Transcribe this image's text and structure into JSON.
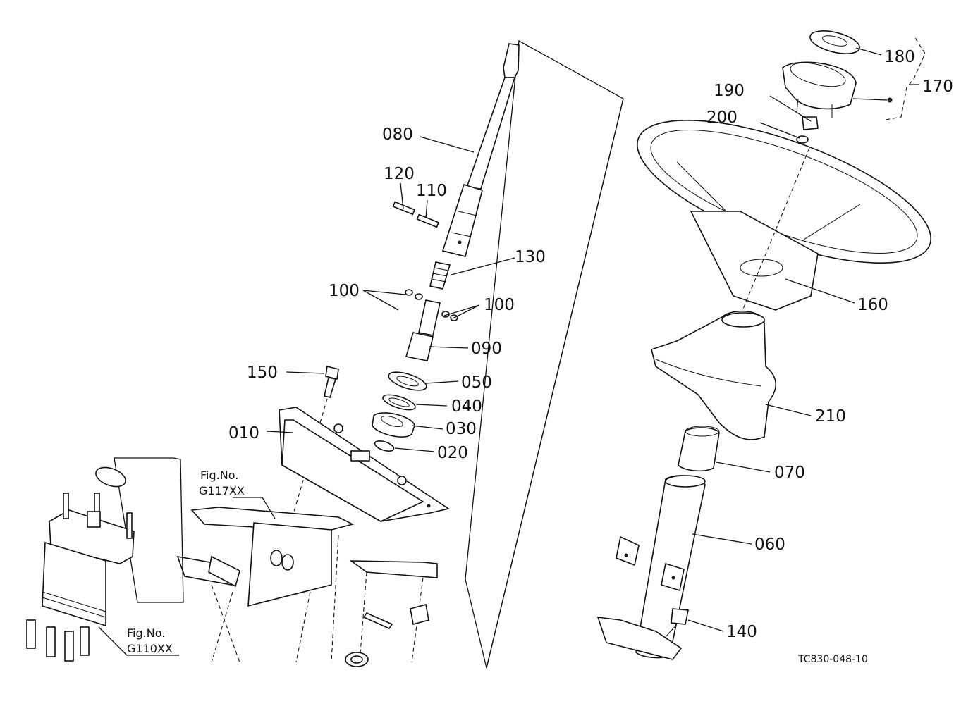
{
  "callouts": [
    {
      "id": "c180",
      "text": "180"
    },
    {
      "id": "c170",
      "text": "170"
    },
    {
      "id": "c190",
      "text": "190"
    },
    {
      "id": "c200",
      "text": "200"
    },
    {
      "id": "c080",
      "text": "080"
    },
    {
      "id": "c120",
      "text": "120"
    },
    {
      "id": "c110",
      "text": "110"
    },
    {
      "id": "c130",
      "text": "130"
    },
    {
      "id": "c100a",
      "text": "100"
    },
    {
      "id": "c100b",
      "text": "100"
    },
    {
      "id": "c160",
      "text": "160"
    },
    {
      "id": "c090",
      "text": "090"
    },
    {
      "id": "c150",
      "text": "150"
    },
    {
      "id": "c050",
      "text": "050"
    },
    {
      "id": "c040",
      "text": "040"
    },
    {
      "id": "c010",
      "text": "010"
    },
    {
      "id": "c030",
      "text": "030"
    },
    {
      "id": "c020",
      "text": "020"
    },
    {
      "id": "c210",
      "text": "210"
    },
    {
      "id": "c070",
      "text": "070"
    },
    {
      "id": "c060",
      "text": "060"
    },
    {
      "id": "c140",
      "text": "140"
    }
  ],
  "references": {
    "g117_line1": "Fig.No.",
    "g117_line2": "G117XX",
    "g110_line1": "Fig.No.",
    "g110_line2": "G110XX"
  },
  "drawing_code": "TC830-048-10"
}
